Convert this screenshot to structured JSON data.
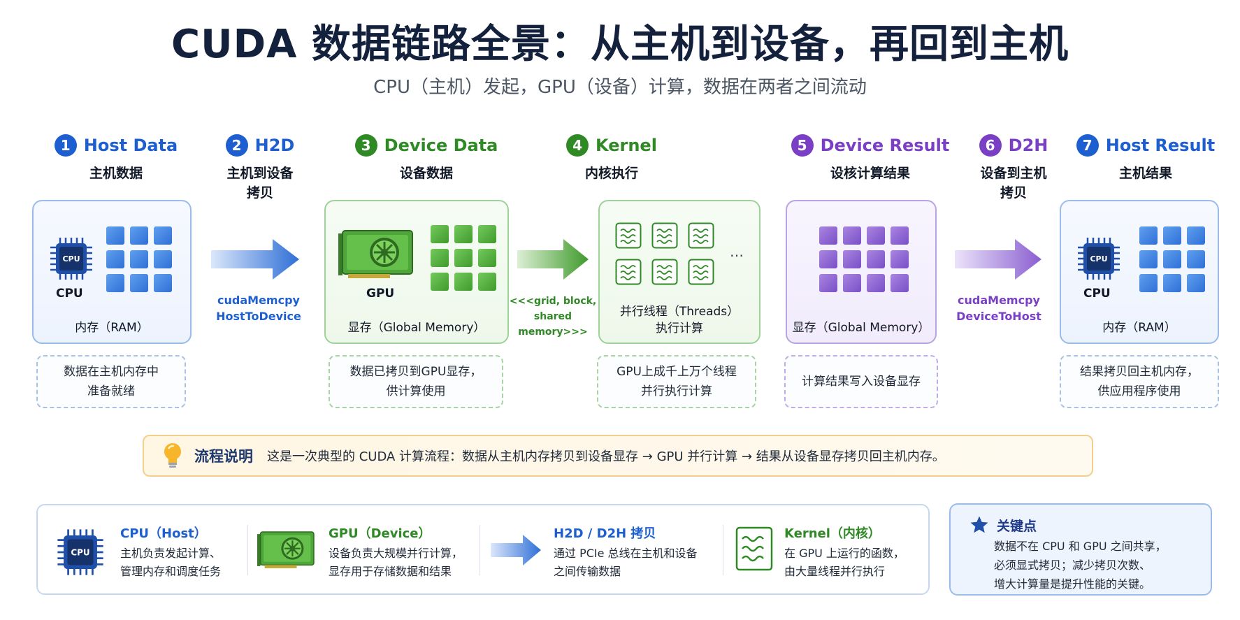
{
  "header": {
    "title": "CUDA 数据链路全景：从主机到设备，再回到主机",
    "subtitle": "CPU（主机）发起，GPU（设备）计算，数据在两者之间流动"
  },
  "steps": [
    {
      "num": "1",
      "title": "Host Data",
      "sub": "主机数据",
      "color": "#1d5fd0"
    },
    {
      "num": "2",
      "title": "H2D",
      "sub": "主机到设备\n拷贝",
      "color": "#1d5fd0"
    },
    {
      "num": "3",
      "title": "Device Data",
      "sub": "设备数据",
      "color": "#2f8a25"
    },
    {
      "num": "4",
      "title": "Kernel",
      "sub": "内核执行",
      "color": "#2f8a25"
    },
    {
      "num": "5",
      "title": "Device Result",
      "sub": "设核计算结果",
      "color": "#7a3fc4"
    },
    {
      "num": "6",
      "title": "D2H",
      "sub": "设备到主机\n拷贝",
      "color": "#7a3fc4"
    },
    {
      "num": "7",
      "title": "Host Result",
      "sub": "主机结果",
      "color": "#1d5fd0"
    }
  ],
  "panels": {
    "host_data": {
      "chip": "CPU",
      "chip_label": "CPU",
      "label": "内存（RAM）"
    },
    "device_data": {
      "chip_label": "GPU",
      "label": "显存（Global Memory）"
    },
    "kernel": {
      "label": "并行线程（Threads）\n执行计算",
      "ellipsis": "…"
    },
    "device_result": {
      "label": "显存（Global Memory）"
    },
    "host_result": {
      "chip": "CPU",
      "chip_label": "CPU",
      "label": "内存（RAM）"
    }
  },
  "arrows": {
    "h2d": "cudaMemcpy\nHostToDevice",
    "kernel": "<<<grid, block,\nshared memory>>>",
    "d2h": "cudaMemcpy\nDeviceToHost"
  },
  "notes": [
    "数据在主机内存中\n准备就绪",
    "数据已拷贝到GPU显存，\n供计算使用",
    "GPU上成千上万个线程\n并行执行计算",
    "计算结果写入设备显存",
    "结果拷贝回主机内存，\n供应用程序使用"
  ],
  "flow": {
    "title": "流程说明",
    "text": "这是一次典型的 CUDA 计算流程：数据从主机内存拷贝到设备显存 → GPU 并行计算 → 结果从设备显存拷贝回主机内存。"
  },
  "legend": [
    {
      "title": "CPU（Host）",
      "desc": "主机负责发起计算、\n管理内存和调度任务",
      "color": "#1d5fd0"
    },
    {
      "title": "GPU（Device）",
      "desc": "设备负责大规模并行计算，\n显存用于存储数据和结果",
      "color": "#2f8a25"
    },
    {
      "title": "H2D / D2H 拷贝",
      "desc": "通过 PCIe 总线在主机和设备\n之间传输数据",
      "color": "#1d5fd0"
    },
    {
      "title": "Kernel（内核）",
      "desc": "在 GPU 上运行的函数，\n由大量线程并行执行",
      "color": "#2f8a25"
    }
  ],
  "legend_chip": "CPU",
  "keypoint": {
    "title": "关键点",
    "desc": "数据不在 CPU 和 GPU 之间共享，\n必须显式拷贝；减少拷贝次数、\n增大计算量是提升性能的关键。"
  },
  "colors": {
    "blue": "#1d5fd0",
    "green": "#2f8a25",
    "purple": "#7a3fc4",
    "navy": "#14213d"
  }
}
